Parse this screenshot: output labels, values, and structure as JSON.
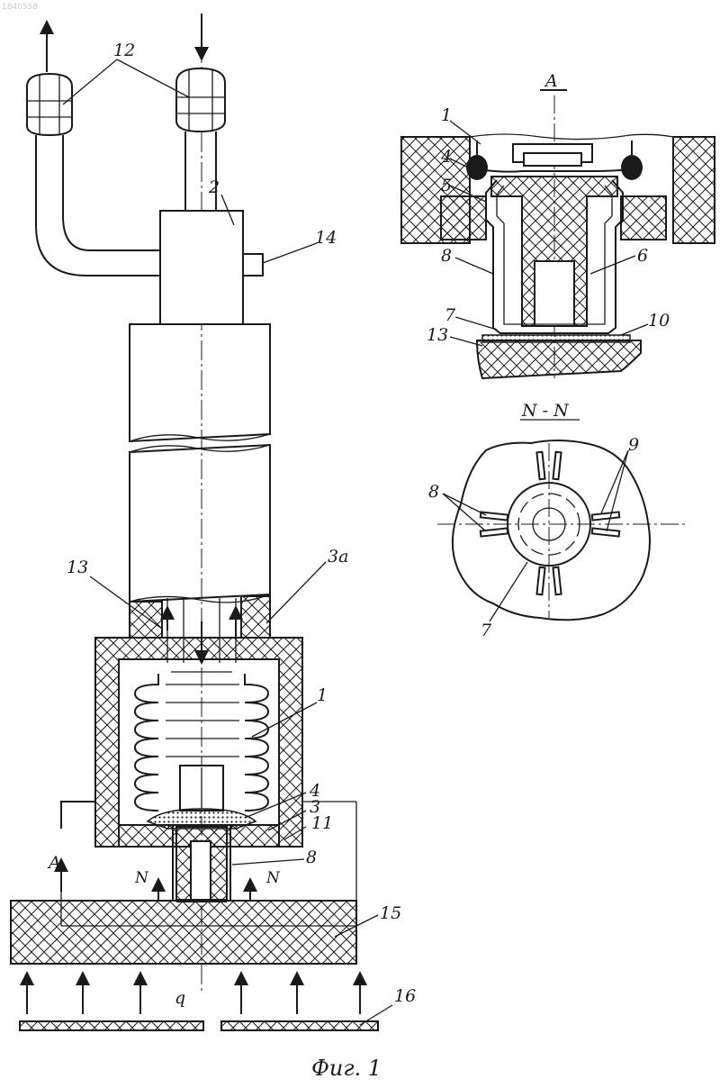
{
  "doc_id": "1840558",
  "caption": "Фиг. 1",
  "section_a_title": "A",
  "section_nn_title": "N - N",
  "main_labels": {
    "l12": "12",
    "l2": "2",
    "l14": "14",
    "l13": "13",
    "l3a": "3а",
    "l1": "1",
    "l4": "4",
    "l3": "3",
    "l11": "11",
    "l8": "8",
    "lA": "A",
    "lN1": "N",
    "lN2": "N",
    "l15": "15",
    "lq": "q",
    "l16": "16"
  },
  "detail_a_labels": {
    "l1": "1",
    "l4": "4",
    "l5": "5",
    "l8": "8",
    "l6": "6",
    "l7": "7",
    "l13": "13",
    "l10": "10"
  },
  "section_nn_labels": {
    "l9": "9",
    "l8": "8",
    "l7": "7"
  }
}
